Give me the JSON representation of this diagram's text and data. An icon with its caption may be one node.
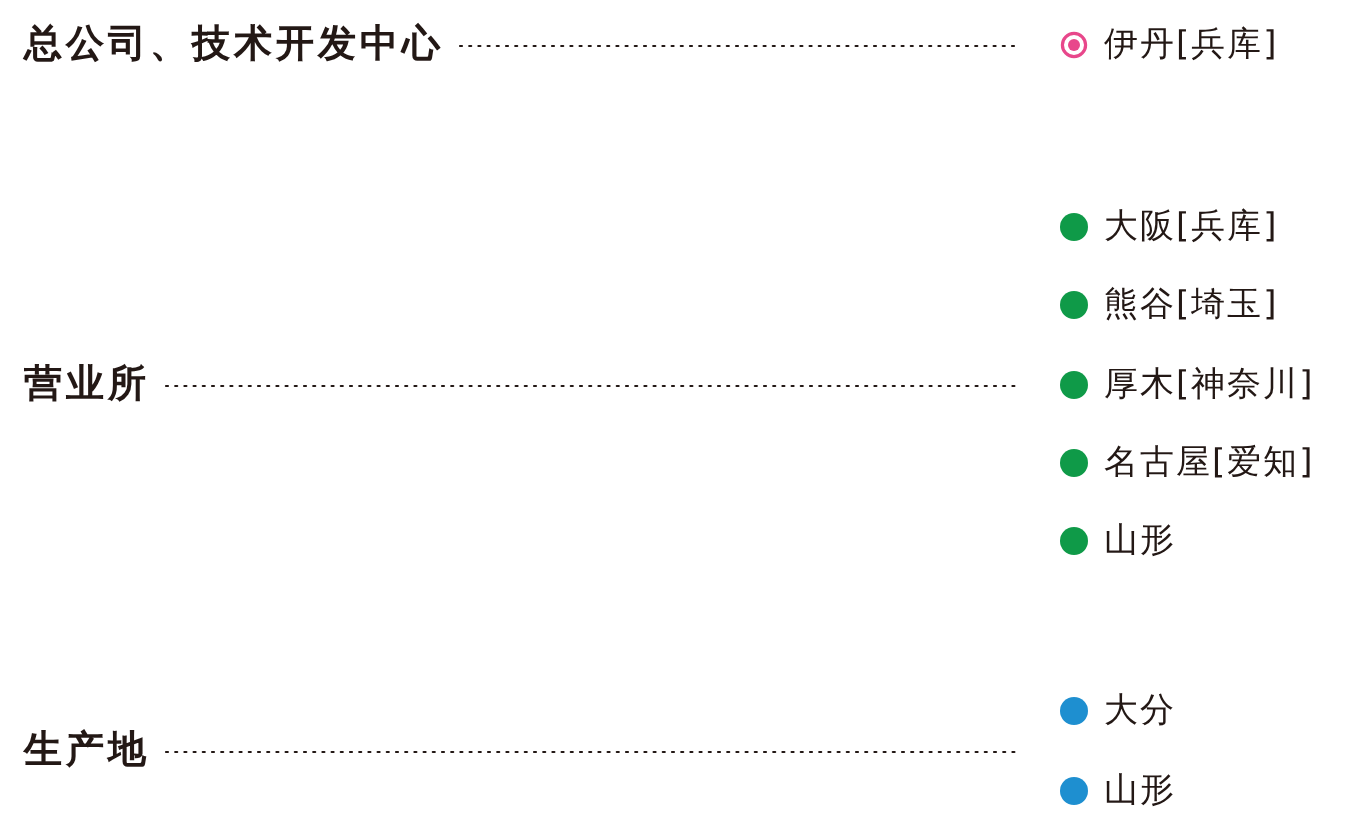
{
  "diagram": {
    "nodes": [
      {
        "text": [
          "总公司、技术开发中心"
        ]
      },
      {
        "text": [
          "伊丹[兵库]"
        ]
      },
      {
        "text": [
          "营业所"
        ]
      },
      {
        "text": [
          "大阪[兵库]"
        ]
      },
      {
        "text": [
          "熊谷[埼玉]"
        ]
      },
      {
        "text": [
          "厚木[神奈川]"
        ]
      },
      {
        "text": [
          "名古屋[爱知]"
        ]
      },
      {
        "text": [
          "山形"
        ]
      },
      {
        "text": [
          "生产地"
        ]
      },
      {
        "text": [
          "大分"
        ]
      },
      {
        "text": [
          "山形"
        ]
      }
    ],
    "edges": [
      {
        "from": 0,
        "to": 1,
        "arrow": "none",
        "style": "dashed"
      },
      {
        "from": 2,
        "to": 5,
        "arrow": "none",
        "style": "dashed"
      },
      {
        "from": 8,
        "to": 9,
        "arrow": "none",
        "style": "dashed"
      }
    ]
  }
}
